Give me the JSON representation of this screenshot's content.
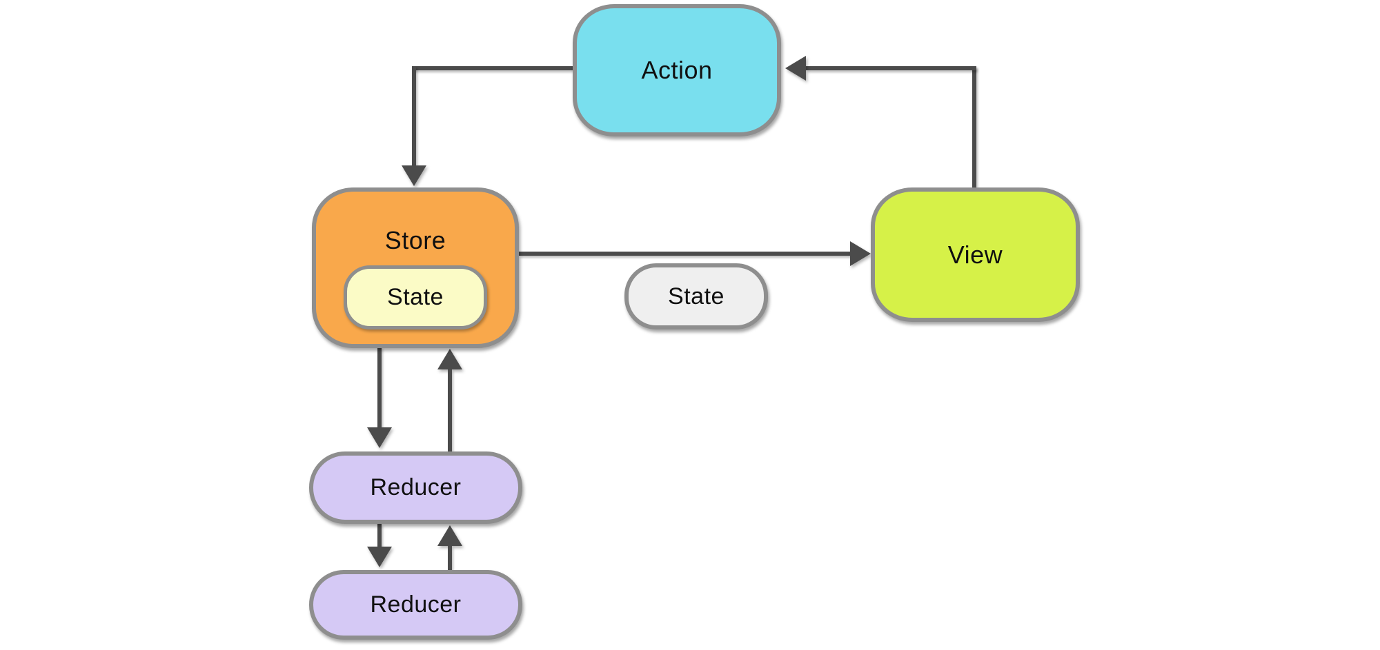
{
  "nodes": {
    "action": {
      "label": "Action",
      "fill": "#79DFEE"
    },
    "store": {
      "label": "Store",
      "fill": "#F9A84B"
    },
    "store_state": {
      "label": "State",
      "fill": "#FBFBC6"
    },
    "state": {
      "label": "State",
      "fill": "#EFEFEF"
    },
    "view": {
      "label": "View",
      "fill": "#D6F148"
    },
    "reducer1": {
      "label": "Reducer",
      "fill": "#D5C9F5"
    },
    "reducer2": {
      "label": "Reducer",
      "fill": "#D5C9F5"
    }
  },
  "edges": [
    {
      "from": "View",
      "to": "Action"
    },
    {
      "from": "Action",
      "to": "Store"
    },
    {
      "from": "Store",
      "to": "View"
    },
    {
      "from": "Store",
      "to": "Reducer"
    },
    {
      "from": "Reducer",
      "to": "Store"
    },
    {
      "from": "Reducer",
      "to": "Reducer"
    },
    {
      "from": "Reducer",
      "to": "Reducer"
    }
  ],
  "colors": {
    "node_border": "#8E8E8E",
    "arrow": "#4B4B4B",
    "text": "#101010",
    "background": "#FFFFFF"
  }
}
